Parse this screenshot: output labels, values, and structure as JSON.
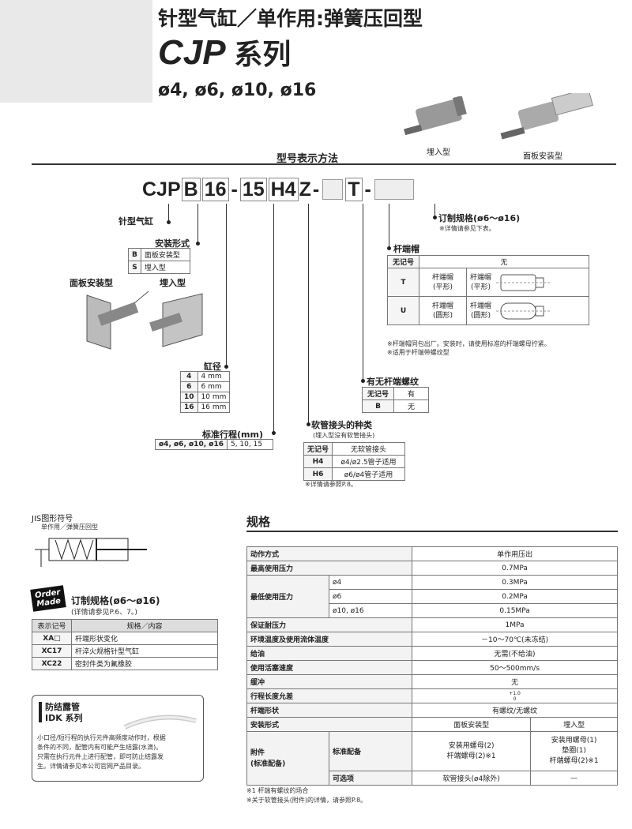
{
  "header": {
    "title_line1": "针型气缸／单作用:弹簧压回型",
    "series_code": "CJP",
    "series_word": "系列",
    "bores": "ø4, ø6, ø10, ø16"
  },
  "photos": {
    "embed": "埋入型",
    "panel": "面板安装型"
  },
  "model_section": {
    "title": "型号表示方法",
    "code": {
      "p1": "CJP",
      "p2": "B",
      "p3": "16",
      "p4": "15",
      "p5": "H4",
      "p6": "Z",
      "p7": "T"
    },
    "pin_cylinder": "针型气缸",
    "mount": {
      "label": "安装形式",
      "rows": [
        {
          "code": "B",
          "desc": "面板安装型"
        },
        {
          "code": "S",
          "desc": "埋入型"
        }
      ]
    },
    "mount_pics": {
      "panel": "面板安装型",
      "embed": "埋入型"
    },
    "bore": {
      "label": "缸径",
      "rows": [
        {
          "code": "4",
          "desc": "4 mm"
        },
        {
          "code": "6",
          "desc": "6 mm"
        },
        {
          "code": "10",
          "desc": "10 mm"
        },
        {
          "code": "16",
          "desc": "16 mm"
        }
      ]
    },
    "stroke": {
      "label": "标准行程(mm)",
      "k": "ø4, ø6, ø10, ø16",
      "v": "5, 10, 15"
    },
    "custom": {
      "label": "订制规格(ø6～ø16)",
      "note": "※详情请参见下表。"
    },
    "rodcap": {
      "label": "杆端帽",
      "r0k": "无记号",
      "r0v": "无",
      "rt_code": "T",
      "rt_desc": "杆端帽",
      "rt_desc2": "(平形)",
      "ru_code": "U",
      "ru_desc": "杆端帽",
      "ru_desc2": "(圆形)",
      "note1": "※杆端帽同包出厂。安装时，请使用标准的杆端螺母拧紧。",
      "note2": "※适用于杆端带螺纹型"
    },
    "thread": {
      "label": "有无杆端螺纹",
      "rows": [
        {
          "code": "无记号",
          "desc": "有"
        },
        {
          "code": "B",
          "desc": "无"
        }
      ]
    },
    "fitting": {
      "label": "软管接头的种类",
      "sub": "(埋入型没有软管接头)",
      "rows": [
        {
          "code": "无记号",
          "desc": "无软管接头"
        },
        {
          "code": "H4",
          "desc": "ø4/ø2.5管子适用"
        },
        {
          "code": "H6",
          "desc": "ø6/ø4管子适用"
        }
      ],
      "note": "※详情请参照P.8。"
    }
  },
  "jis": {
    "title": "JIS图形符号",
    "sub": "单作用／弹簧压回型"
  },
  "order": {
    "logo1": "Order",
    "logo2": "Made",
    "title": "订制规格(ø6～ø16)",
    "sub": "(详情请参见P.6、7。)",
    "headers": [
      "表示记号",
      "规格／内容"
    ],
    "rows": [
      {
        "code": "XA□",
        "desc": "杆端形状变化"
      },
      {
        "code": "XC17",
        "desc": "杆淬火规格针型气缸"
      },
      {
        "code": "XC22",
        "desc": "密封件类为氟橡胶"
      }
    ]
  },
  "idk": {
    "title1": "防结露管",
    "title2": "IDK 系列",
    "l1": "小口径/短行程的执行元件高频度动作时，根据",
    "l2": "条件的不同，配管内有可能产生结露(水滴)。",
    "l3": "只需在执行元件上进行配管，即可防止结露发",
    "l4": "生。详情请参见本公司官网产品目录。"
  },
  "spec": {
    "title": "规格",
    "action_k": "动作方式",
    "action_v": "单作用压出",
    "maxp_k": "最高使用压力",
    "maxp_v": "0.7MPa",
    "minp_k": "最低使用压力",
    "minp_rows": [
      {
        "k": "ø4",
        "v": "0.3MPa"
      },
      {
        "k": "ø6",
        "v": "0.2MPa"
      },
      {
        "k": "ø10, ø16",
        "v": "0.15MPa"
      }
    ],
    "proof_k": "保证耐压力",
    "proof_v": "1MPa",
    "temp_k": "环境温度及使用流体温度",
    "temp_v": "－10～70℃(未冻结)",
    "lube_k": "给油",
    "lube_v": "无需(不给油)",
    "speed_k": "使用活塞速度",
    "speed_v": "50～500mm/s",
    "cushion_k": "缓冲",
    "cushion_v": "无",
    "tol_k": "行程长度允差",
    "tol_up": "+1.0",
    "tol_dn": "0",
    "rod_k": "杆端形状",
    "rod_v": "有螺纹/无螺纹",
    "mount_k": "安装形式",
    "mount_panel": "面板安装型",
    "mount_embed": "埋入型",
    "acc_k1": "附件",
    "acc_k2": "(标准配备)",
    "std_k": "标准配备",
    "std_panel1": "安装用螺母(2)",
    "std_panel2": "杆端螺母(2)※1",
    "std_embed1": "安装用螺母(1)",
    "std_embed2": "垫圈(1)",
    "std_embed3": "杆端螺母(2)※1",
    "opt_k": "可选项",
    "opt_panel": "软管接头(ø4除外)",
    "opt_embed": "—",
    "note1": "※1 杆端有螺纹的场合",
    "note2": "※关于软管接头(附件)的详情，请参照P.8。"
  }
}
